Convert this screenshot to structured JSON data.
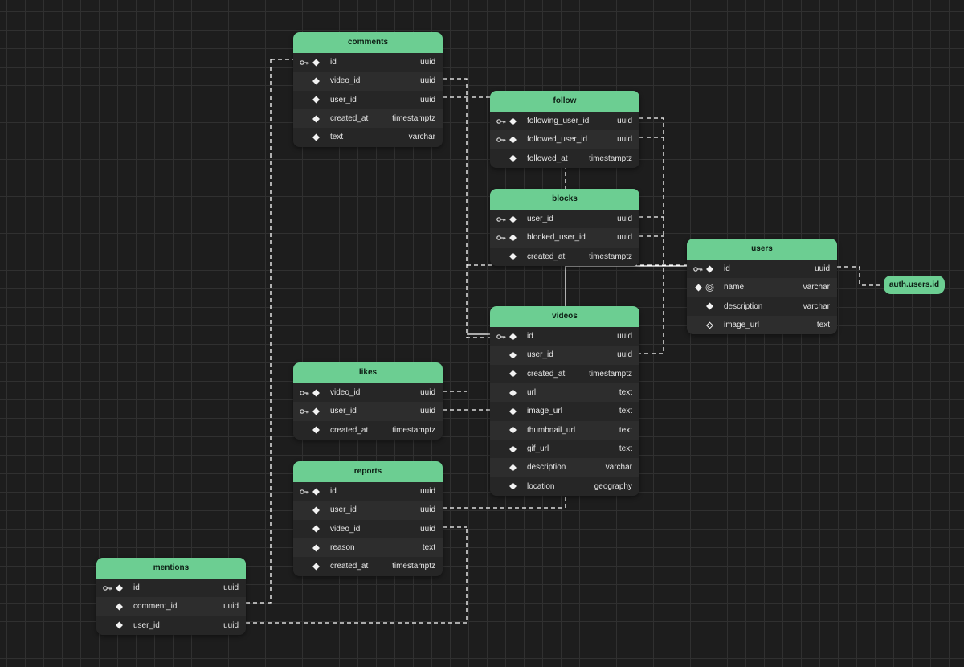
{
  "colors": {
    "background": "#1d1d1d",
    "grid": "#303030",
    "header": "#6cce92",
    "header_text": "#0e1f15",
    "row_odd": "#262626",
    "row_even": "#2d2d2d",
    "text": "#e6e6e6",
    "connector": "#ffffff"
  },
  "tables": [
    {
      "id": "comments",
      "name": "comments",
      "columns": [
        {
          "name": "id",
          "type": "uuid",
          "pk": true,
          "icon": "filled"
        },
        {
          "name": "video_id",
          "type": "uuid",
          "pk": false,
          "icon": "filled"
        },
        {
          "name": "user_id",
          "type": "uuid",
          "pk": false,
          "icon": "filled"
        },
        {
          "name": "created_at",
          "type": "timestamptz",
          "pk": false,
          "icon": "filled"
        },
        {
          "name": "text",
          "type": "varchar",
          "pk": false,
          "icon": "filled"
        }
      ]
    },
    {
      "id": "follow",
      "name": "follow",
      "columns": [
        {
          "name": "following_user_id",
          "type": "uuid",
          "pk": true,
          "icon": "filled"
        },
        {
          "name": "followed_user_id",
          "type": "uuid",
          "pk": true,
          "icon": "filled"
        },
        {
          "name": "followed_at",
          "type": "timestamptz",
          "pk": false,
          "icon": "filled"
        }
      ]
    },
    {
      "id": "blocks",
      "name": "blocks",
      "columns": [
        {
          "name": "user_id",
          "type": "uuid",
          "pk": true,
          "icon": "filled"
        },
        {
          "name": "blocked_user_id",
          "type": "uuid",
          "pk": true,
          "icon": "filled"
        },
        {
          "name": "created_at",
          "type": "timestamptz",
          "pk": false,
          "icon": "filled"
        }
      ]
    },
    {
      "id": "users",
      "name": "users",
      "columns": [
        {
          "name": "id",
          "type": "uuid",
          "pk": true,
          "icon": "filled"
        },
        {
          "name": "name",
          "type": "varchar",
          "pk": false,
          "icon": "filled",
          "unique": true
        },
        {
          "name": "description",
          "type": "varchar",
          "pk": false,
          "icon": "filled"
        },
        {
          "name": "image_url",
          "type": "text",
          "pk": false,
          "icon": "hollow"
        }
      ]
    },
    {
      "id": "videos",
      "name": "videos",
      "columns": [
        {
          "name": "id",
          "type": "uuid",
          "pk": true,
          "icon": "filled"
        },
        {
          "name": "user_id",
          "type": "uuid",
          "pk": false,
          "icon": "filled"
        },
        {
          "name": "created_at",
          "type": "timestamptz",
          "pk": false,
          "icon": "filled"
        },
        {
          "name": "url",
          "type": "text",
          "pk": false,
          "icon": "filled"
        },
        {
          "name": "image_url",
          "type": "text",
          "pk": false,
          "icon": "filled"
        },
        {
          "name": "thumbnail_url",
          "type": "text",
          "pk": false,
          "icon": "filled"
        },
        {
          "name": "gif_url",
          "type": "text",
          "pk": false,
          "icon": "filled"
        },
        {
          "name": "description",
          "type": "varchar",
          "pk": false,
          "icon": "filled"
        },
        {
          "name": "location",
          "type": "geography",
          "pk": false,
          "icon": "filled"
        }
      ]
    },
    {
      "id": "likes",
      "name": "likes",
      "columns": [
        {
          "name": "video_id",
          "type": "uuid",
          "pk": true,
          "icon": "filled"
        },
        {
          "name": "user_id",
          "type": "uuid",
          "pk": true,
          "icon": "filled"
        },
        {
          "name": "created_at",
          "type": "timestamptz",
          "pk": false,
          "icon": "filled"
        }
      ]
    },
    {
      "id": "reports",
      "name": "reports",
      "columns": [
        {
          "name": "id",
          "type": "uuid",
          "pk": true,
          "icon": "filled"
        },
        {
          "name": "user_id",
          "type": "uuid",
          "pk": false,
          "icon": "filled"
        },
        {
          "name": "video_id",
          "type": "uuid",
          "pk": false,
          "icon": "filled"
        },
        {
          "name": "reason",
          "type": "text",
          "pk": false,
          "icon": "filled"
        },
        {
          "name": "created_at",
          "type": "timestamptz",
          "pk": false,
          "icon": "filled"
        }
      ]
    },
    {
      "id": "mentions",
      "name": "mentions",
      "columns": [
        {
          "name": "id",
          "type": "uuid",
          "pk": true,
          "icon": "filled"
        },
        {
          "name": "comment_id",
          "type": "uuid",
          "pk": false,
          "icon": "filled"
        },
        {
          "name": "user_id",
          "type": "uuid",
          "pk": false,
          "icon": "filled"
        }
      ]
    }
  ],
  "external": {
    "label": "auth.users.id"
  }
}
